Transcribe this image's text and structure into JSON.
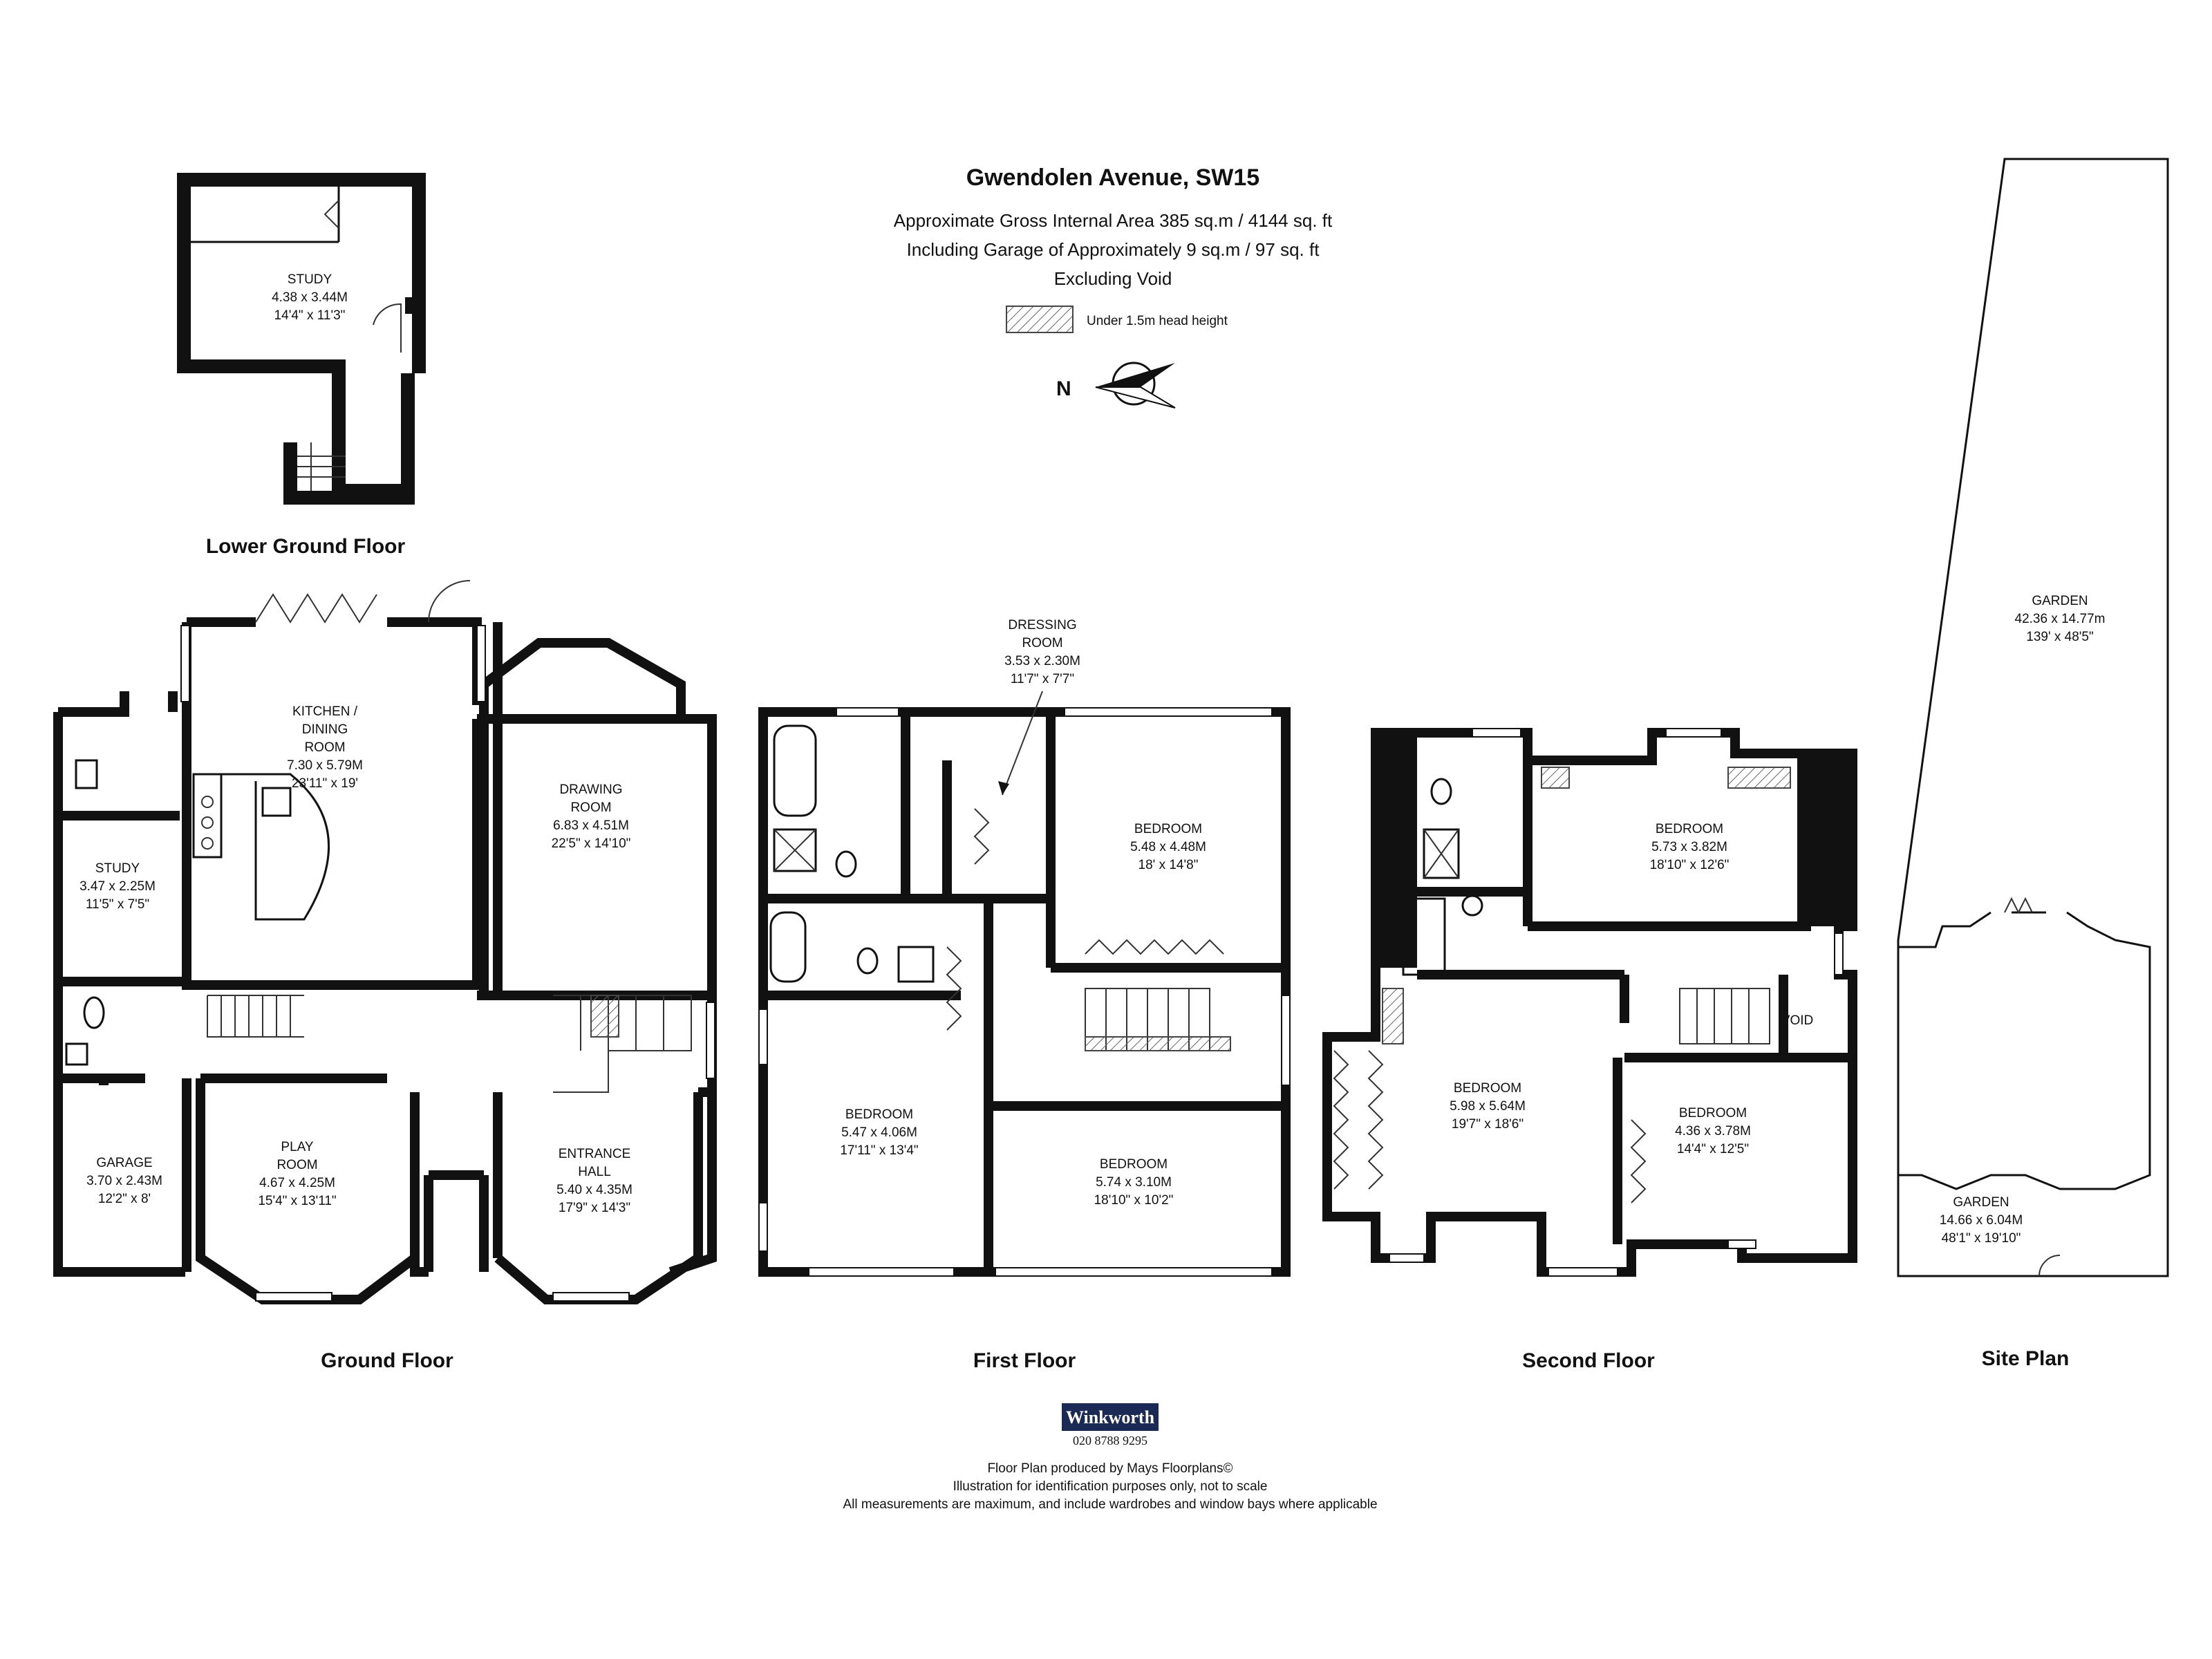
{
  "header": {
    "title": "Gwendolen Avenue, SW15",
    "line1": "Approximate Gross Internal Area 385 sq.m  /  4144 sq. ft",
    "line2": "Including Garage of Approximately 9 sq.m  /  97 sq. ft",
    "line3": "Excluding Void",
    "legend": "Under 1.5m head height",
    "compass": "N"
  },
  "floors": {
    "lower_ground": "Lower Ground Floor",
    "ground": "Ground Floor",
    "first": "First Floor",
    "second": "Second Floor",
    "site": "Site Plan"
  },
  "rooms": {
    "lg_study": {
      "name": "STUDY",
      "metric": "4.38 x 3.44M",
      "imperial": "14'4\" x 11'3\""
    },
    "kitchen": {
      "name1": "KITCHEN /",
      "name2": "DINING",
      "name3": "ROOM",
      "metric": "7.30 x 5.79M",
      "imperial": "23'11\" x 19'"
    },
    "drawing": {
      "name1": "DRAWING",
      "name2": "ROOM",
      "metric": "6.83 x 4.51M",
      "imperial": "22'5\" x 14'10\""
    },
    "g_study": {
      "name": "STUDY",
      "metric": "3.47 x 2.25M",
      "imperial": "11'5\" x 7'5\""
    },
    "garage": {
      "name": "GARAGE",
      "metric": "3.70 x 2.43M",
      "imperial": "12'2\" x 8'"
    },
    "play": {
      "name1": "PLAY",
      "name2": "ROOM",
      "metric": "4.67 x 4.25M",
      "imperial": "15'4\" x 13'11\""
    },
    "entrance": {
      "name1": "ENTRANCE",
      "name2": "HALL",
      "metric": "5.40 x 4.35M",
      "imperial": "17'9\" x 14'3\""
    },
    "dressing": {
      "name1": "DRESSING",
      "name2": "ROOM",
      "metric": "3.53 x 2.30M",
      "imperial": "11'7\" x 7'7\""
    },
    "f_bed1": {
      "name": "BEDROOM",
      "metric": "5.48 x 4.48M",
      "imperial": "18' x 14'8\""
    },
    "f_bed2": {
      "name": "BEDROOM",
      "metric": "5.47 x 4.06M",
      "imperial": "17'11\" x 13'4\""
    },
    "f_bed3": {
      "name": "BEDROOM",
      "metric": "5.74 x 3.10M",
      "imperial": "18'10\" x 10'2\""
    },
    "s_bed1": {
      "name": "BEDROOM",
      "metric": "5.73 x 3.82M",
      "imperial": "18'10\" x 12'6\""
    },
    "s_bed2": {
      "name": "BEDROOM",
      "metric": "5.98 x 5.64M",
      "imperial": "19'7\" x 18'6\""
    },
    "s_bed3": {
      "name": "BEDROOM",
      "metric": "4.36 x 3.78M",
      "imperial": "14'4\" x 12'5\""
    },
    "void": {
      "name": "VOID"
    },
    "garden_rear": {
      "name": "GARDEN",
      "metric": "42.36 x 14.77m",
      "imperial": "139' x 48'5\""
    },
    "garden_front": {
      "name": "GARDEN",
      "metric": "14.66 x 6.04M",
      "imperial": "48'1\" x 19'10\""
    }
  },
  "footer": {
    "brand": "Winkworth",
    "phone": "020 8788 9295",
    "line1": "Floor Plan produced by Mays Floorplans©",
    "line2": "Illustration for identification purposes only, not to scale",
    "line3": "All measurements are maximum, and include wardrobes and window bays where applicable"
  }
}
